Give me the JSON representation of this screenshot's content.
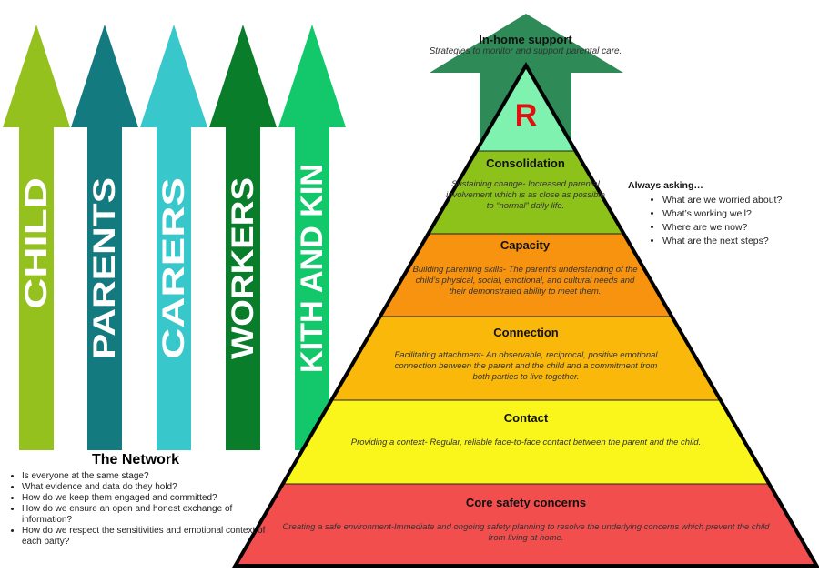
{
  "network_arrows": [
    {
      "label": "CHILD",
      "color": "#95c11f"
    },
    {
      "label": "PARENTS",
      "color": "#137b80"
    },
    {
      "label": "CARERS",
      "color": "#38c8cc"
    },
    {
      "label": "WORKERS",
      "color": "#0a7d2a"
    },
    {
      "label": "KITH AND KIN",
      "color": "#12c86a"
    }
  ],
  "network": {
    "title": "The Network",
    "items": [
      "Is everyone at the same stage?",
      "What evidence and data do they hold?",
      "How do we keep them engaged and committed?",
      "How do we ensure an open and honest exchange of information?",
      "How do we respect the sensitivities and emotional context of each party?"
    ]
  },
  "in_home": {
    "title": "In-home support",
    "desc": "Strategies to monitor and support parental care.",
    "color": "#2e8b57"
  },
  "pyramid": {
    "apex": {
      "label": "R",
      "color": "#7ff2b0",
      "text_color": "#e01010"
    },
    "levels": [
      {
        "title": "Consolidation",
        "desc": "Sustaining change- Increased parental involvement which is as close as possible to “normal” daily life.",
        "color": "#8cc21a"
      },
      {
        "title": "Capacity",
        "desc": "Building parenting skills- The parent’s understanding of the child’s physical, social, emotional, and cultural needs and their demonstrated ability to meet them.",
        "color": "#f7930e"
      },
      {
        "title": "Connection",
        "desc": "Facilitating attachment- An observable, reciprocal, positive emotional connection between the parent and the child and a commitment from both parties to live together.",
        "color": "#f9b80a"
      },
      {
        "title": "Contact",
        "desc": "Providing a context- Regular, reliable face-to-face contact between the parent and the child.",
        "color": "#faf51a"
      },
      {
        "title": "Core safety concerns",
        "desc": "Creating a safe environment-Immediate and ongoing safety planning to resolve the underlying concerns which prevent the child from living at home.",
        "color": "#f24e4e"
      }
    ]
  },
  "always_asking": {
    "title": "Always asking…",
    "items": [
      "What are we worried about?",
      "What’s working well?",
      "Where are we now?",
      "What are the next steps?"
    ]
  }
}
